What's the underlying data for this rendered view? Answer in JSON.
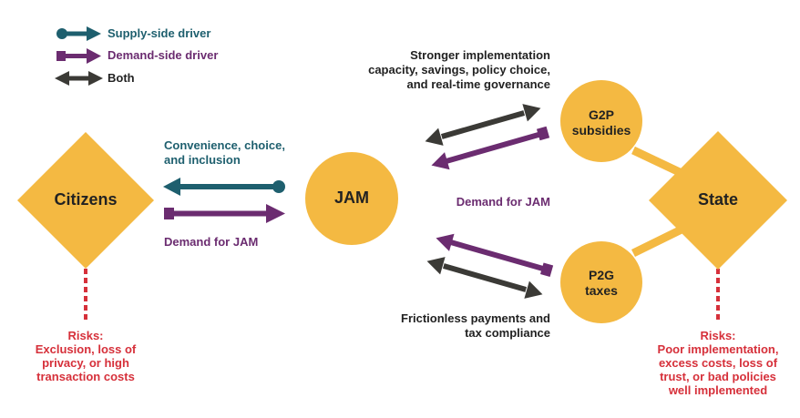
{
  "colors": {
    "supply": "#1e5f6e",
    "demand": "#6b2c70",
    "both": "#3b3a36",
    "node": "#f4b942",
    "risk": "#d6303a"
  },
  "legend": [
    {
      "label": "Supply-side driver",
      "kind": "supply"
    },
    {
      "label": "Demand-side driver",
      "kind": "demand"
    },
    {
      "label": "Both",
      "kind": "both"
    }
  ],
  "nodes": {
    "citizens": "Citizens",
    "jam": "JAM",
    "g2p": [
      "G2P",
      "subsidies"
    ],
    "p2g": [
      "P2G",
      "taxes"
    ],
    "state": "State"
  },
  "edges": {
    "citizens_supply": [
      "Convenience, choice,",
      "and inclusion"
    ],
    "citizens_demand": "Demand for JAM",
    "state_top": [
      "Stronger implementation",
      "capacity, savings, policy choice,",
      "and real-time governance"
    ],
    "state_demand": "Demand for JAM",
    "state_bottom": [
      "Frictionless payments and",
      "tax compliance"
    ]
  },
  "risks": {
    "citizens": [
      "Risks:",
      "Exclusion, loss of",
      "privacy, or high",
      "transaction costs"
    ],
    "state": [
      "Risks:",
      "Poor implementation,",
      "excess costs, loss of",
      "trust, or bad policies",
      "well implemented"
    ]
  }
}
